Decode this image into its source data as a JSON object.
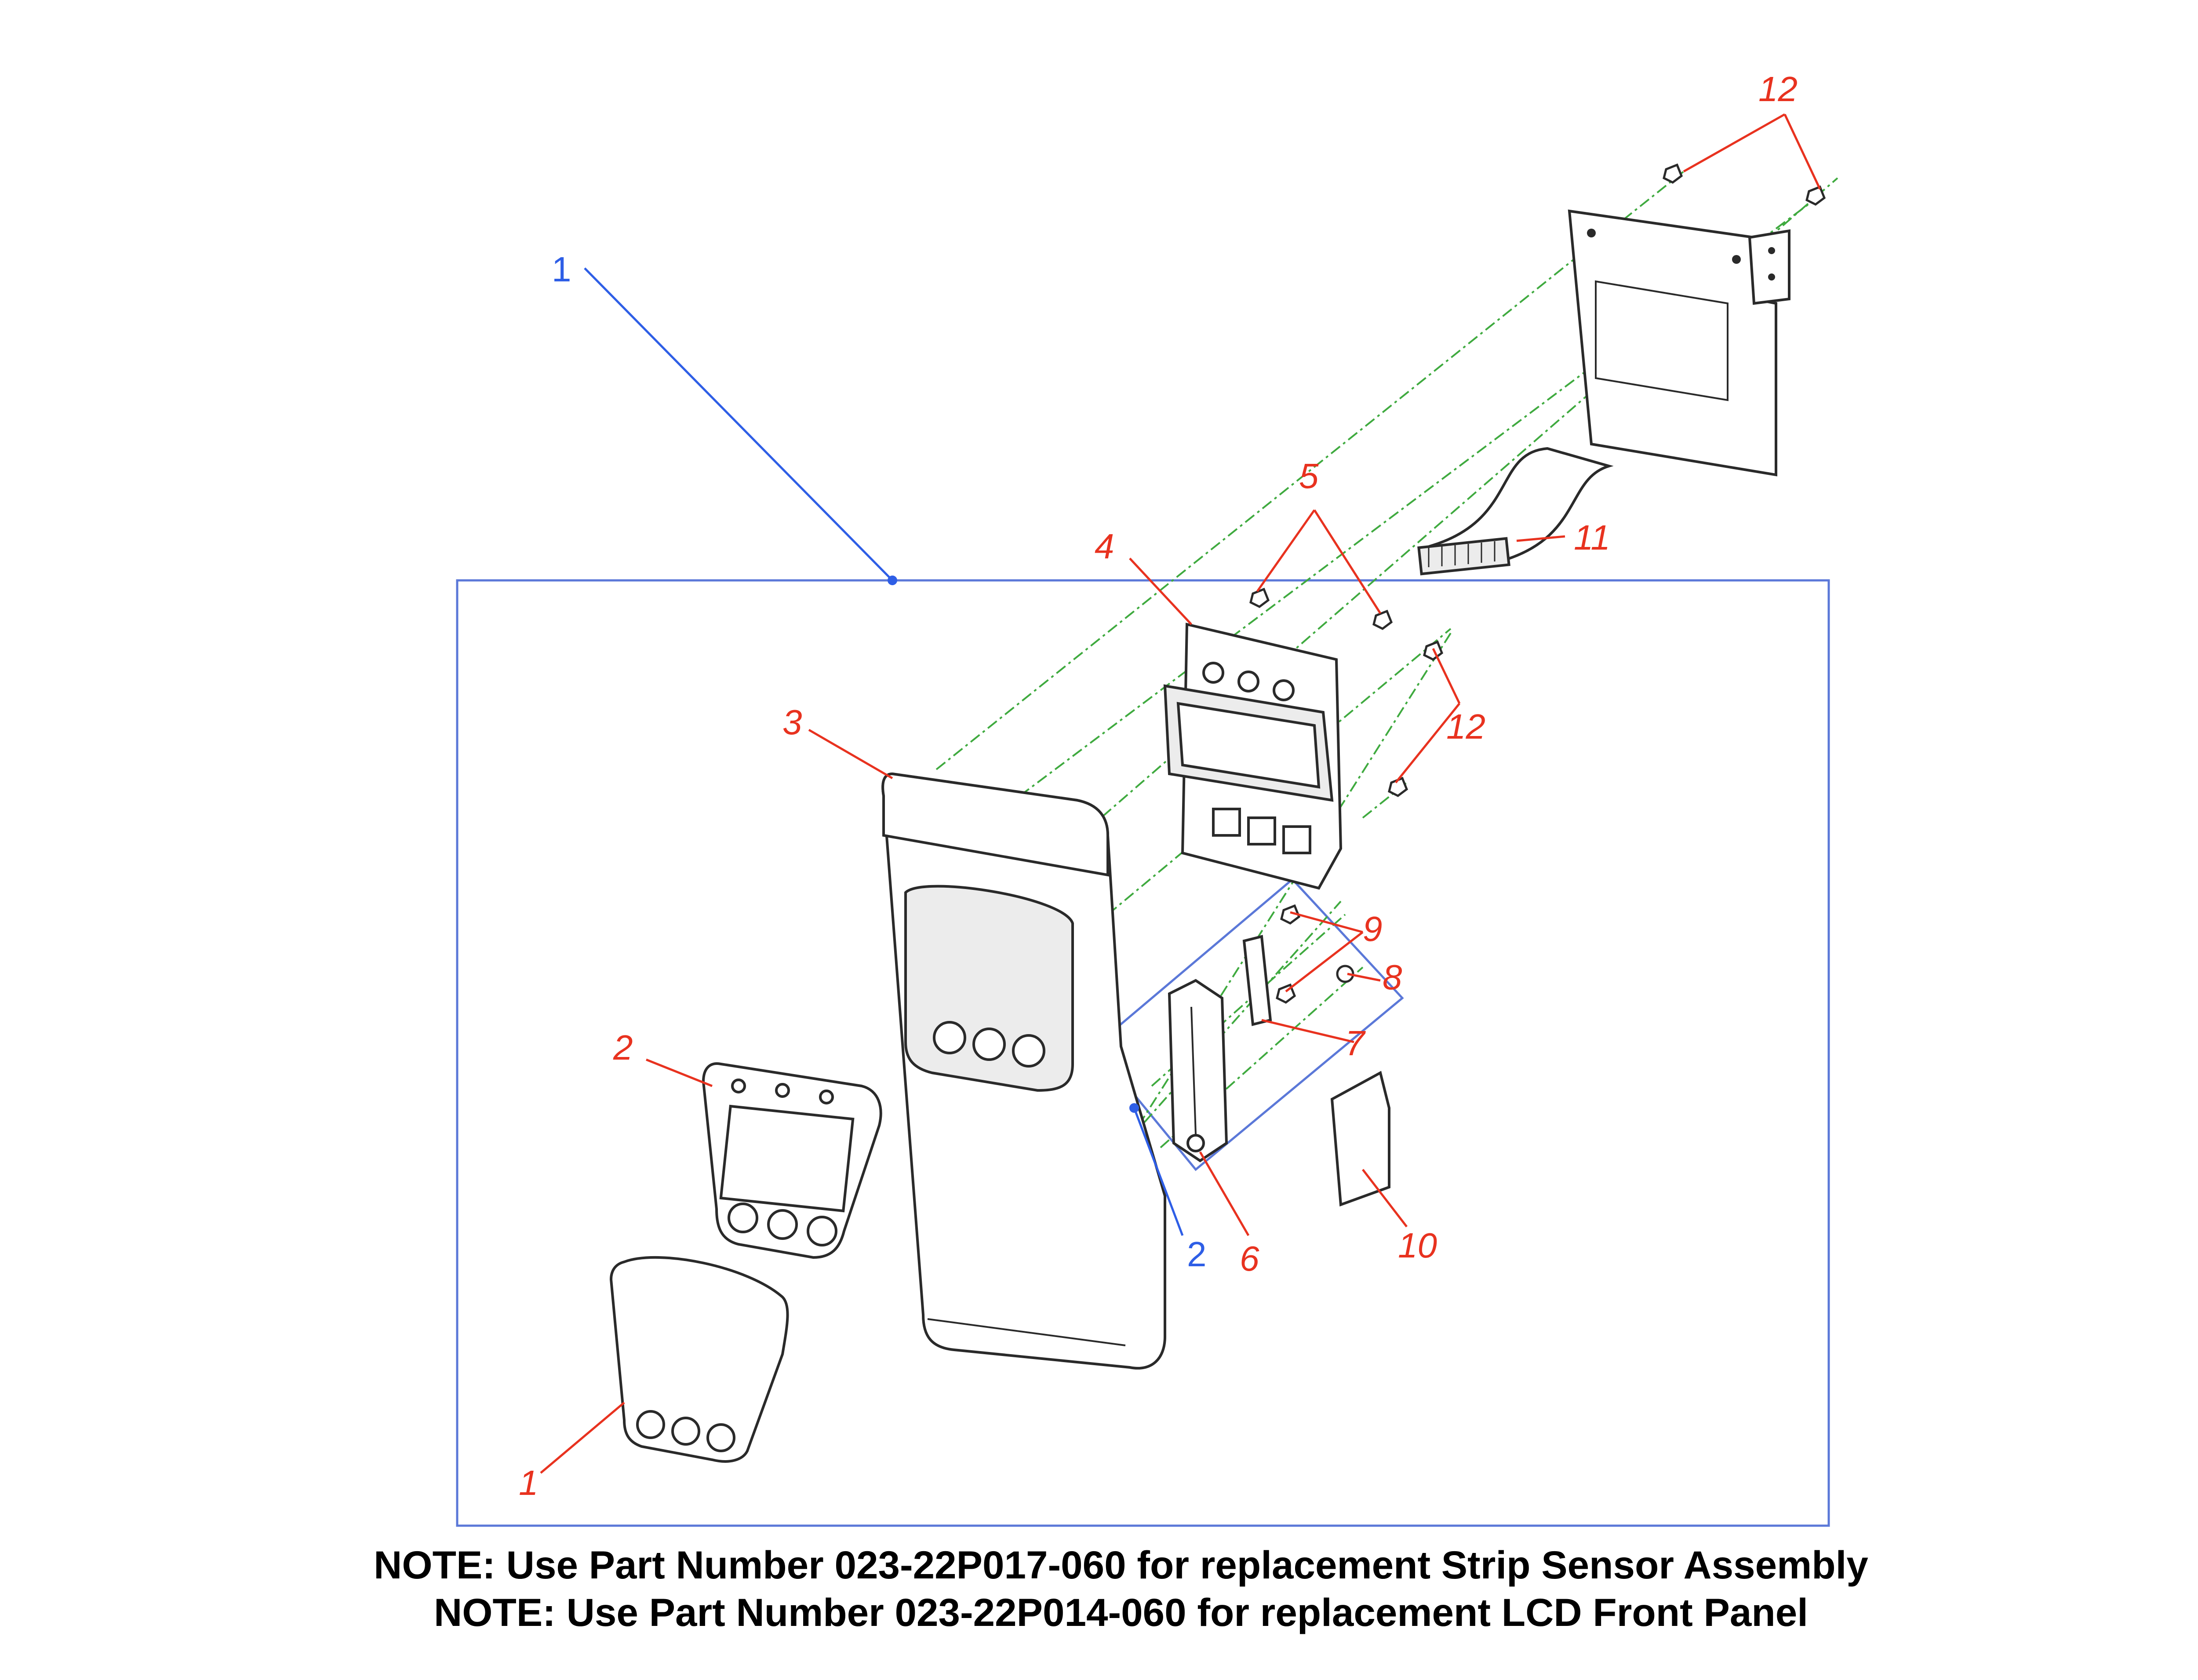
{
  "diagram": {
    "colors": {
      "assembly_label": "#2e5ee6",
      "part_label": "#e8321f",
      "box_outline": "#5b78d8",
      "guide_line": "#3faa3f",
      "drawing": "#2a2a2a"
    },
    "assembly_labels": [
      {
        "id": "assembly-1",
        "text": "1"
      },
      {
        "id": "assembly-2",
        "text": "2"
      }
    ],
    "part_labels": [
      {
        "id": "part-1",
        "text": "1"
      },
      {
        "id": "part-2",
        "text": "2"
      },
      {
        "id": "part-3",
        "text": "3"
      },
      {
        "id": "part-4",
        "text": "4"
      },
      {
        "id": "part-5",
        "text": "5"
      },
      {
        "id": "part-6",
        "text": "6"
      },
      {
        "id": "part-7",
        "text": "7"
      },
      {
        "id": "part-8",
        "text": "8"
      },
      {
        "id": "part-9",
        "text": "9"
      },
      {
        "id": "part-10",
        "text": "10"
      },
      {
        "id": "part-11",
        "text": "11"
      },
      {
        "id": "part-12-top",
        "text": "12"
      },
      {
        "id": "part-12-mid",
        "text": "12"
      }
    ]
  },
  "notes": [
    "NOTE:  Use Part Number 023-22P017-060 for replacement Strip Sensor Assembly",
    "NOTE:  Use Part Number 023-22P014-060 for replacement LCD Front Panel"
  ]
}
